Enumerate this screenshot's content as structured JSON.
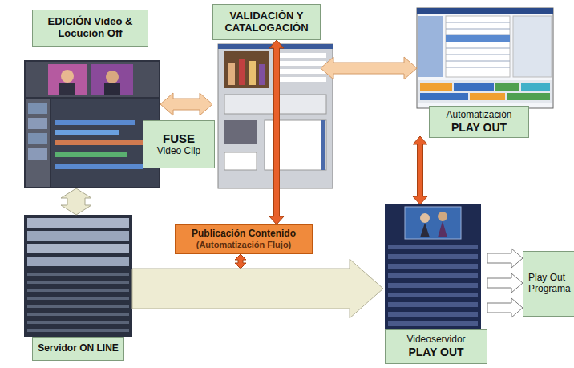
{
  "diagram": {
    "nodes": [
      {
        "text": [
          "EDICIÓN Video & Locución Off"
        ]
      },
      {
        "text": [
          "VALIDACIÓN Y CATALOGACIÓN"
        ]
      },
      {
        "text": [
          "FUSE",
          "Video Clip"
        ]
      },
      {
        "text": [
          "Automatización",
          "PLAY OUT"
        ]
      },
      {
        "text": [
          "Publicación Contenido",
          "(Automatización Flujo)"
        ]
      },
      {
        "text": [
          "Servidor ON LINE"
        ]
      },
      {
        "text": [
          "Videoservidor",
          "PLAY OUT"
        ]
      },
      {
        "text": [
          "Play Out Programa"
        ]
      }
    ],
    "edges": [
      {
        "from": 0,
        "to": 1,
        "arrow": "both"
      },
      {
        "from": 1,
        "to": 3,
        "arrow": "both"
      },
      {
        "from": 0,
        "to": 5,
        "arrow": "both"
      },
      {
        "from": 1,
        "to": 4,
        "arrow": "both"
      },
      {
        "from": 5,
        "to": 6,
        "arrow": "to"
      },
      {
        "from": 3,
        "to": 6,
        "arrow": "both"
      },
      {
        "from": 6,
        "to": 7,
        "arrow": "to"
      },
      {
        "from": 6,
        "to": 7,
        "arrow": "to"
      },
      {
        "from": 6,
        "to": 7,
        "arrow": "to"
      }
    ]
  }
}
